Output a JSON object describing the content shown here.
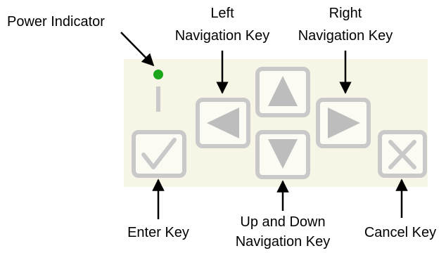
{
  "labels": {
    "power_indicator": "Power Indicator",
    "left_key_line1": "Left",
    "left_key_line2": "Navigation Key",
    "right_key_line1": "Right",
    "right_key_line2": "Navigation Key",
    "enter_key": "Enter Key",
    "updown_key_line1": "Up and Down",
    "updown_key_line2": "Navigation Key",
    "cancel_key": "Cancel Key"
  },
  "colors": {
    "panel": "#f7f6e6",
    "key_outline": "#c9c9c9",
    "key_fill": "#bdbdbd",
    "led": "#1aa51a",
    "arrow": "#000000"
  },
  "icons": {
    "enter": "check-icon",
    "left": "left-triangle-icon",
    "up": "up-triangle-icon",
    "down": "down-triangle-icon",
    "right": "right-triangle-icon",
    "cancel": "x-icon",
    "power": "power-led-icon"
  }
}
